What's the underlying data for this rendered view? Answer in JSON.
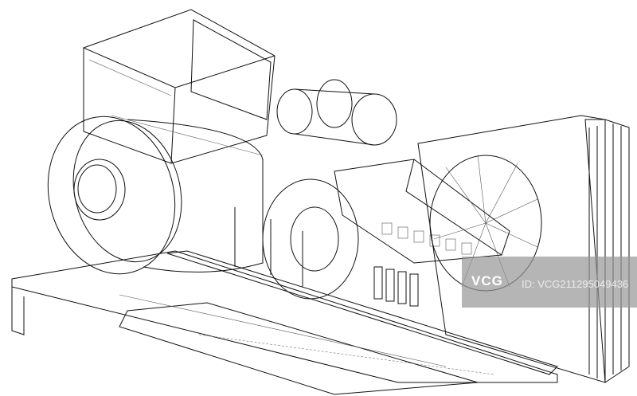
{
  "image": {
    "subject": "wireframe-generator"
  },
  "watermark": {
    "logo": "VCG",
    "id_text": "ID: VCG211295049436",
    "band_color": "#a8a8a8"
  }
}
